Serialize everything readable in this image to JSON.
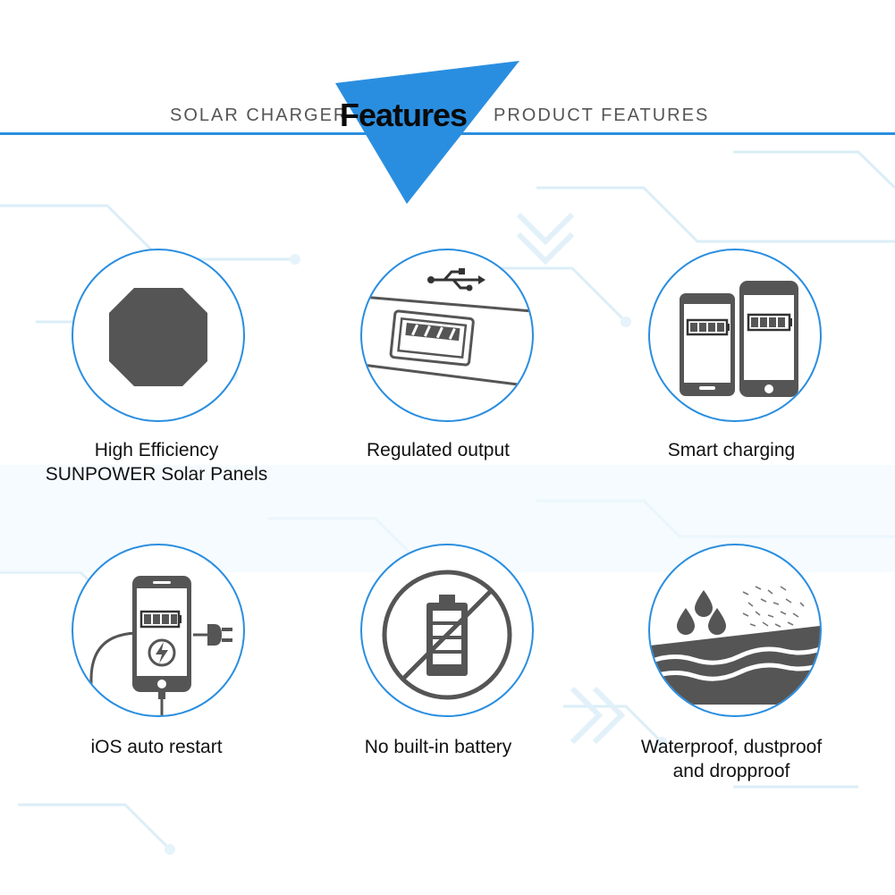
{
  "header": {
    "left_text": "SOLAR CHARGER",
    "title": "Features",
    "right_text": "PRODUCT FEATURES",
    "accent_color": "#2a8ee0"
  },
  "features": [
    {
      "icon": "solar-panel-icon",
      "line1": "High Efficiency",
      "line2": "SUNPOWER Solar Panels"
    },
    {
      "icon": "usb-port-icon",
      "line1": "Regulated output",
      "line2": ""
    },
    {
      "icon": "smartphones-charging-icon",
      "line1": "Smart charging",
      "line2": ""
    },
    {
      "icon": "phone-auto-restart-icon",
      "line1": "iOS auto restart",
      "line2": ""
    },
    {
      "icon": "no-battery-icon",
      "line1": "No built-in battery",
      "line2": ""
    },
    {
      "icon": "waterproof-dustproof-icon",
      "line1": "Waterproof, dustproof",
      "line2": "and dropproof"
    }
  ]
}
